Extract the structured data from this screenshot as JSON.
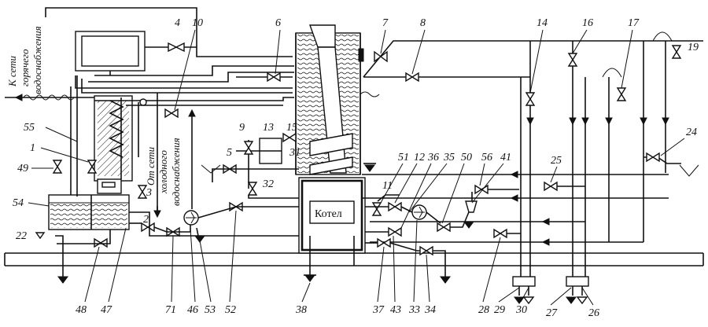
{
  "labels": {
    "hot_water_network": [
      "К сети",
      "горячего",
      "водоснабжения"
    ],
    "cold_water_network": [
      "От сети",
      "холодного",
      "водоснабжения"
    ],
    "boiler": "Котел"
  },
  "callouts": [
    "1",
    "2",
    "3",
    "4",
    "5",
    "6",
    "7",
    "8",
    "9",
    "10",
    "11",
    "12",
    "13",
    "14",
    "15",
    "16",
    "17",
    "19",
    "22",
    "24",
    "25",
    "26",
    "27",
    "28",
    "29",
    "30",
    "31",
    "32",
    "33",
    "34",
    "35",
    "36",
    "37",
    "38",
    "41",
    "43",
    "46",
    "47",
    "48",
    "49",
    "50",
    "51",
    "52",
    "53",
    "54",
    "55",
    "56",
    "71"
  ]
}
